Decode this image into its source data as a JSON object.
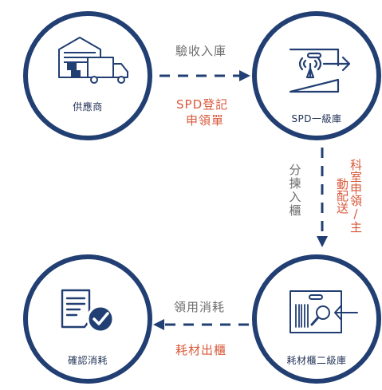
{
  "colors": {
    "navy": "#223f73",
    "gray_text": "#6d6d6d",
    "red_text": "#d9593b"
  },
  "nodes": {
    "supplier": {
      "label": "供應商",
      "icon": "warehouse-truck-icon"
    },
    "spd_level1": {
      "label": "SPD一級庫",
      "icon": "rfid-scan-icon"
    },
    "cabinet_level2": {
      "label": "耗材櫃二級庫",
      "icon": "barcode-scan-icon"
    },
    "confirm": {
      "label": "確認消耗",
      "icon": "document-check-icon"
    }
  },
  "edges": {
    "supplier_to_spd": {
      "top": "驗收入庫",
      "bottom": [
        "SPD登記",
        "申領單"
      ]
    },
    "spd_to_cabinet": {
      "left": "分揀入櫃",
      "right": "科室申領/主動配送"
    },
    "cabinet_to_confirm": {
      "top": "領用消耗",
      "bottom": "耗材出櫃"
    }
  }
}
